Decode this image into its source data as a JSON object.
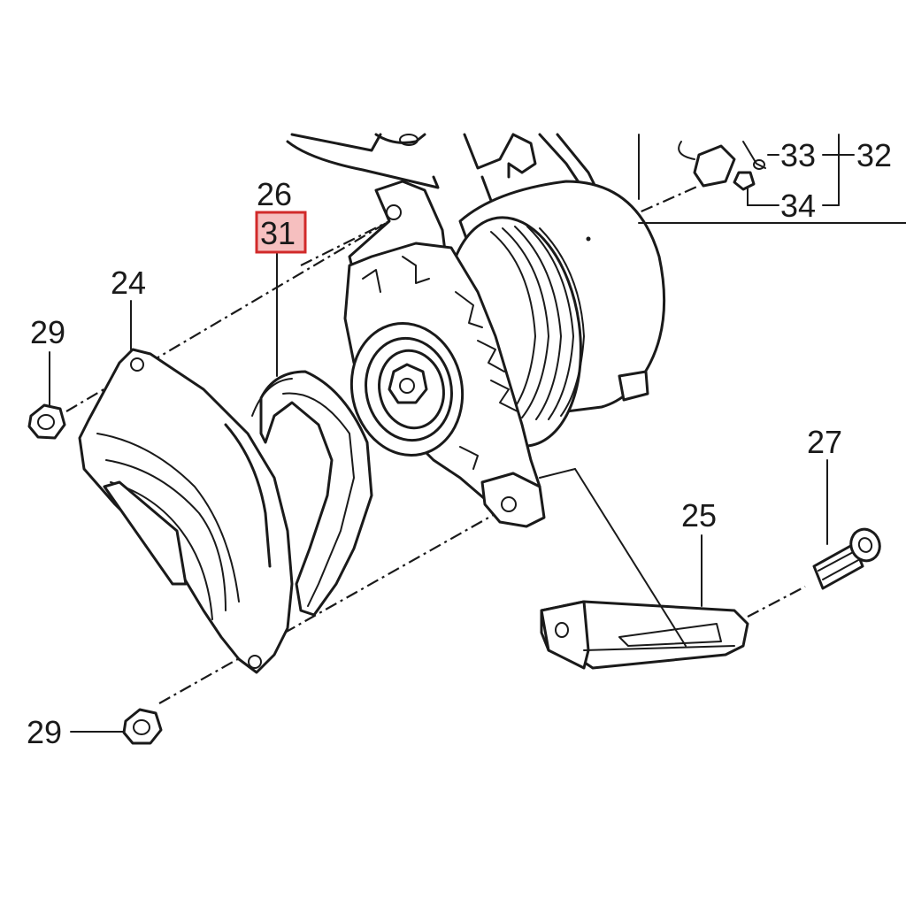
{
  "diagram": {
    "part_labels": {
      "p24": "24",
      "p25": "25",
      "p26": "26",
      "p27": "27",
      "p29_top": "29",
      "p29_bottom": "29",
      "p31": "31",
      "p32": "32",
      "p33": "33",
      "p34": "34"
    },
    "highlighted_part": "31",
    "colors": {
      "ink": "#1a1a1a",
      "highlight_fill": "#f6bfbf",
      "highlight_border": "#d12a2a",
      "background": "#ffffff"
    }
  }
}
